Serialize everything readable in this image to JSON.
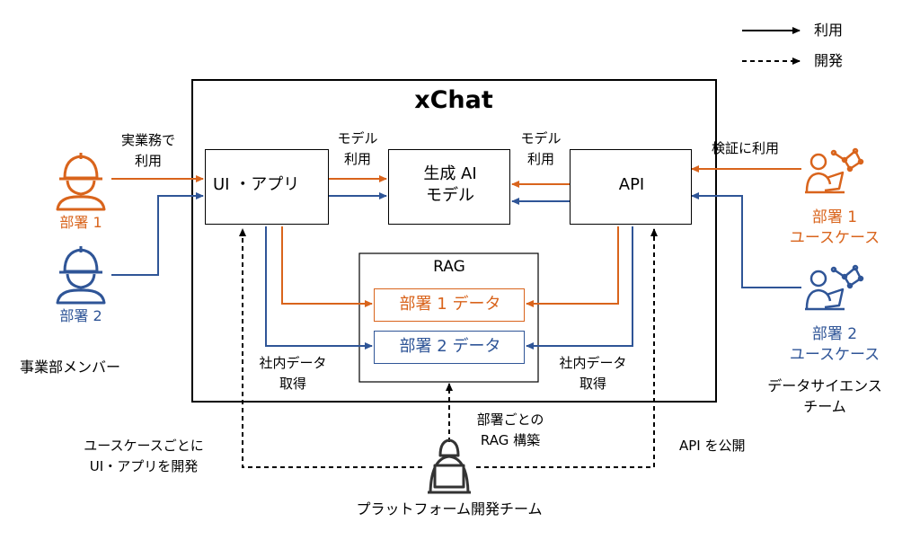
{
  "legend": {
    "solid": "利用",
    "dashed": "開発"
  },
  "xchat": {
    "title": "xChat"
  },
  "boxes": {
    "ui_app": "UI ・アプリ",
    "genai": [
      "生成 AI",
      "モデル"
    ],
    "api": "API",
    "rag": "RAG",
    "dept1_data": "部署 1 データ",
    "dept2_data": "部署 2 データ"
  },
  "labels": {
    "jitsugyomu": [
      "実業務で",
      "利用"
    ],
    "model_left": [
      "モデル",
      "利用"
    ],
    "model_right": [
      "モデル",
      "利用"
    ],
    "kensho": "検証に利用",
    "data_left": [
      "社内データ",
      "取得"
    ],
    "data_right": [
      "社内データ",
      "取得"
    ],
    "rag_build": [
      "部署ごとの",
      "RAG 構築"
    ],
    "ui_dev": [
      "ユースケースごとに",
      "UI・アプリを開発"
    ],
    "api_public": "API を公開"
  },
  "actors": {
    "dept1": "部署 1",
    "dept2": "部署 2",
    "members": "事業部メンバー",
    "uc1": [
      "部署 1",
      "ユースケース"
    ],
    "uc2": [
      "部署 2",
      "ユースケース"
    ],
    "ds_team": [
      "データサイエンス",
      "チーム"
    ],
    "platform": "プラットフォーム開発チーム"
  },
  "colors": {
    "orange": "#d9641c",
    "blue": "#2f5597",
    "black": "#000000"
  },
  "icons": [
    "worker-helmet-icon",
    "data-scientist-icon",
    "developer-laptop-icon"
  ]
}
